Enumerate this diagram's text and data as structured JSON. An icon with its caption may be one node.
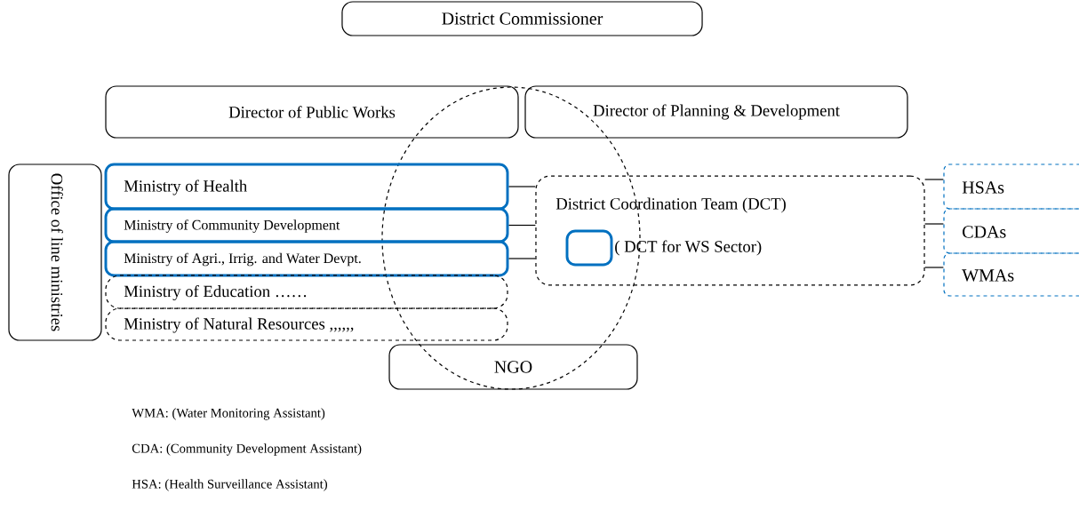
{
  "diagram": {
    "nodes": [
      {
        "text": [
          "District Commissioner"
        ]
      },
      {
        "text": [
          "Director of Public Works"
        ]
      },
      {
        "text": [
          "Director of Planning & Development"
        ]
      },
      {
        "text": [
          "Office of line ministries"
        ]
      },
      {
        "text": [
          "Ministry of Health"
        ]
      },
      {
        "text": [
          "Ministry of Community Development"
        ]
      },
      {
        "text": [
          "Ministry of Agri., Irrig. and Water Devpt."
        ]
      },
      {
        "text": [
          "Ministry of Education ……"
        ]
      },
      {
        "text": [
          "Ministry of Natural Resources ,,,,,,"
        ]
      },
      {
        "text": [
          "District Coordination Team (DCT)"
        ]
      },
      {
        "text": [],
        "shape": "box",
        "in": 9,
        "beside": [
          "( DCT for WS Sector)"
        ]
      },
      {
        "text": [
          "HSAs"
        ]
      },
      {
        "text": [
          "CDAs"
        ]
      },
      {
        "text": [
          "WMAs"
        ]
      },
      {
        "text": [
          "NGO"
        ]
      }
    ],
    "edges": [
      {
        "from": 4,
        "to": 9,
        "arrow": "none"
      },
      {
        "from": 5,
        "to": 9,
        "arrow": "none"
      },
      {
        "from": 6,
        "to": 9,
        "arrow": "none"
      },
      {
        "from": 9,
        "to": 11,
        "arrow": "none"
      },
      {
        "from": 9,
        "to": 12,
        "arrow": "none"
      },
      {
        "from": 9,
        "to": 13,
        "arrow": "none"
      }
    ],
    "labels": [
      "WMA: (Water Monitoring Assistant)",
      "CDA: (Community Development Assistant)",
      "HSA: (Health Surveillance Assistant)"
    ]
  }
}
